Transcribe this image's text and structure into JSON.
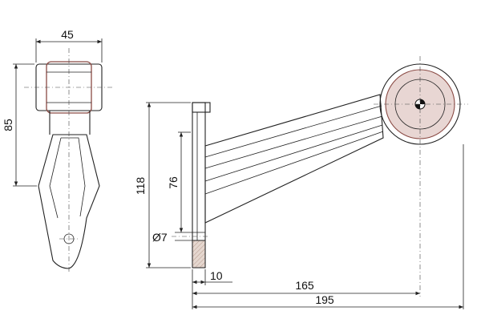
{
  "dimensions": {
    "width_top": "45",
    "height_left": "85",
    "height_total": "118",
    "height_mid": "76",
    "hole_diameter": "Ø7",
    "base_thickness": "10",
    "reach_center": "165",
    "reach_total": "195"
  }
}
